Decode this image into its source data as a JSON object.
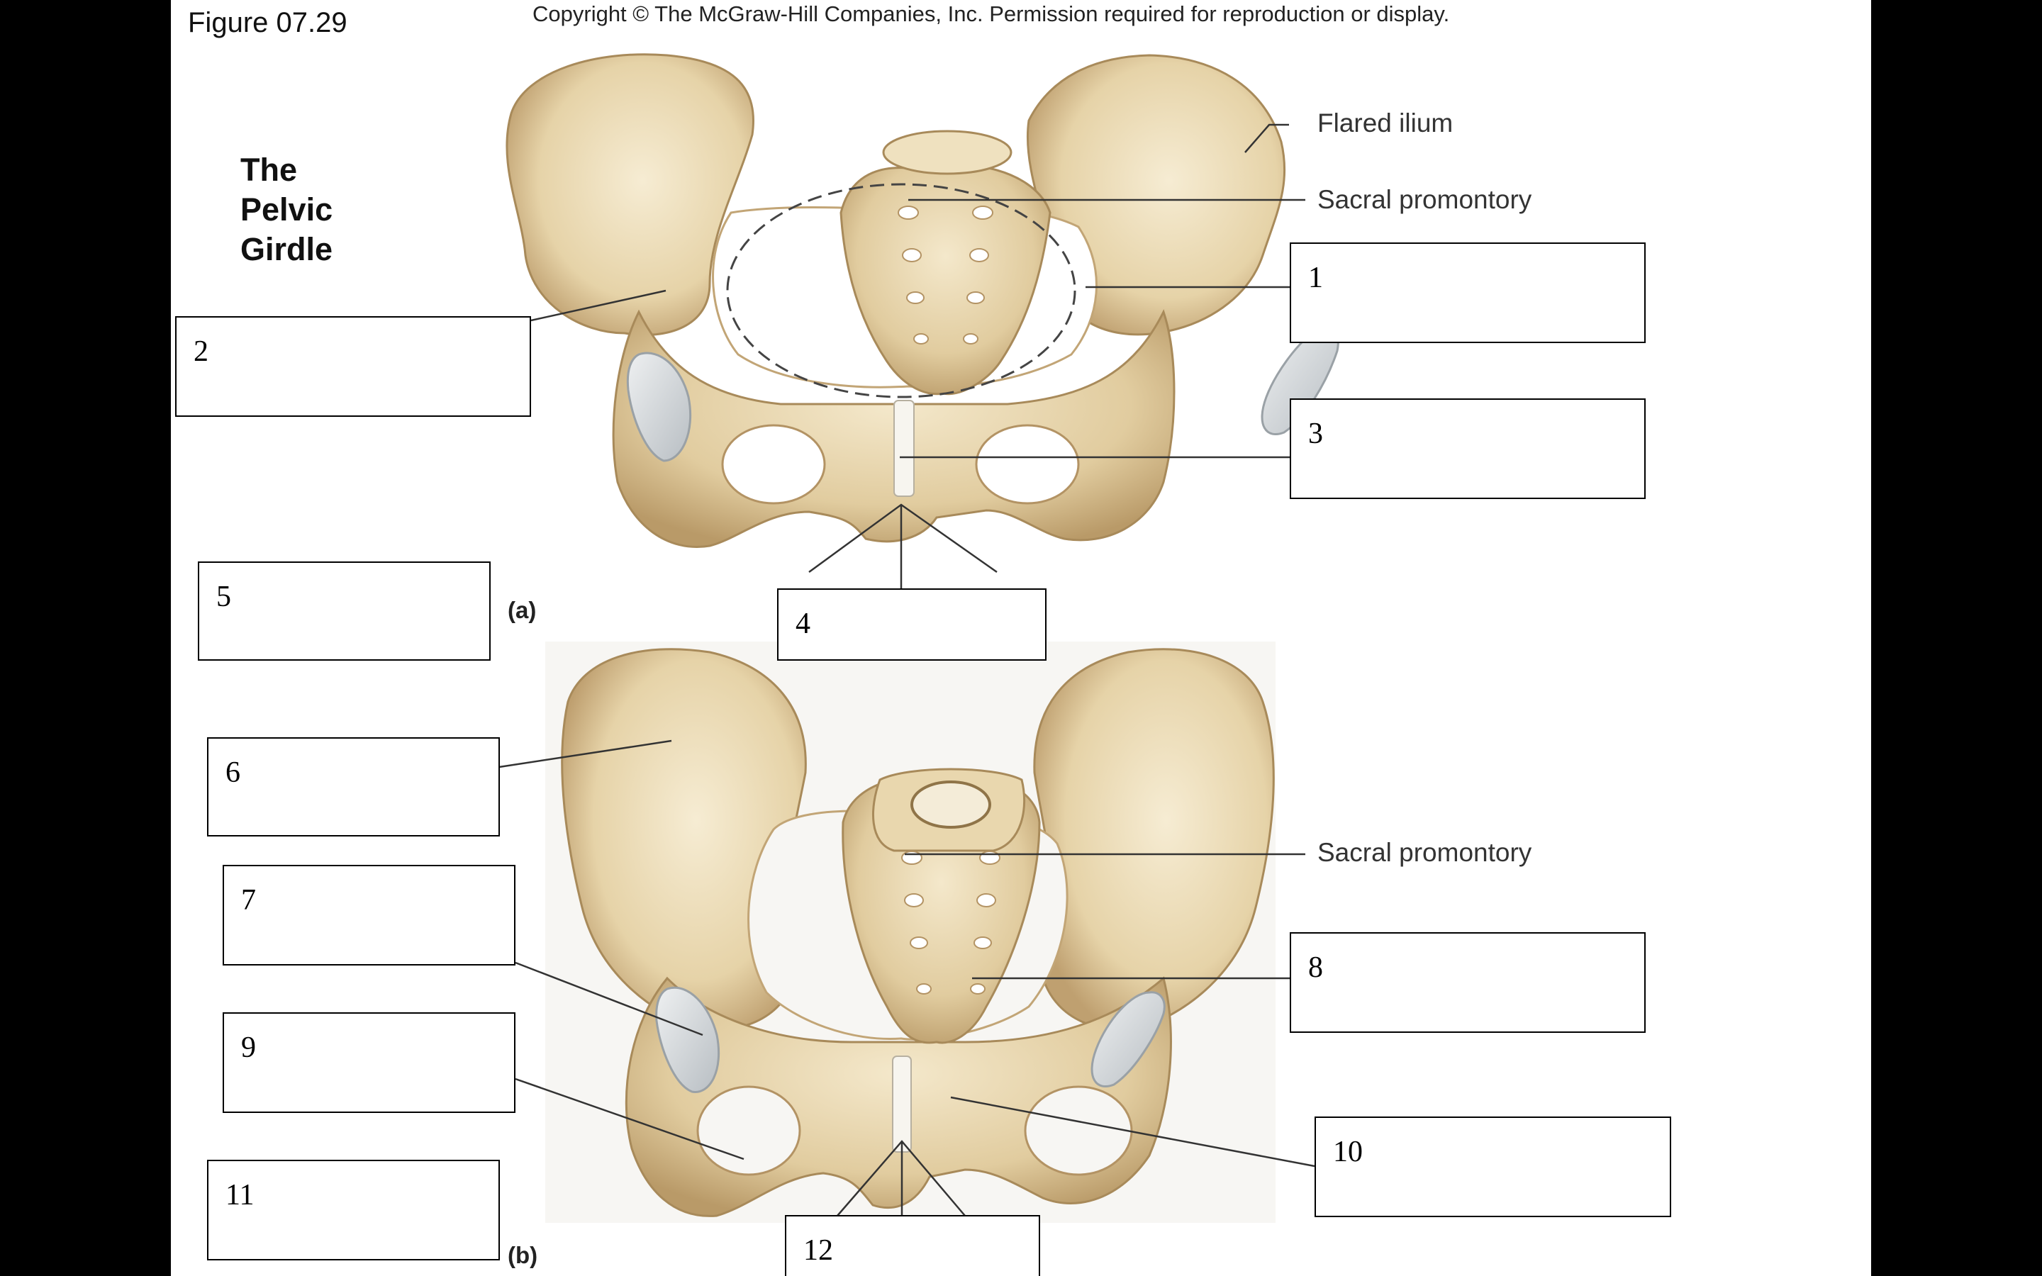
{
  "figure_label": "Figure 07.29",
  "copyright": "Copyright © The McGraw-Hill Companies, Inc. Permission required for reproduction or display.",
  "title_lines": [
    "The",
    "Pelvic",
    "Girdle"
  ],
  "labels": {
    "flared_ilium": "Flared ilium",
    "sacral_promontory_a": "Sacral promontory",
    "sacral_promontory_b": "Sacral promontory"
  },
  "parts": {
    "a": "(a)",
    "b": "(b)"
  },
  "boxes": [
    "1",
    "2",
    "3",
    "4",
    "5",
    "6",
    "7",
    "8",
    "9",
    "10",
    "11",
    "12"
  ],
  "colors": {
    "bone": "#e3cfa2",
    "bone_shadow": "#b89866",
    "bone_light": "#f3e7c8",
    "cartilage": "#d9dde0",
    "background": "#ffffff",
    "frame": "#000000"
  }
}
